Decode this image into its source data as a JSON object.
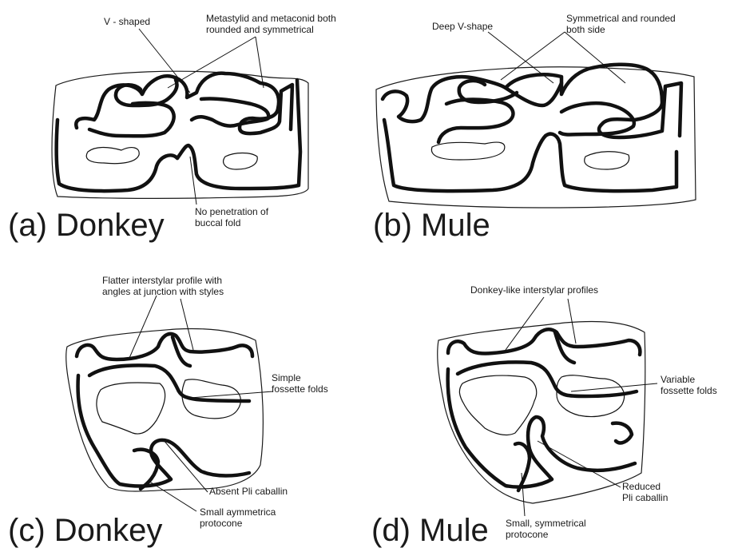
{
  "panels": {
    "a": {
      "caption": "(a) Donkey",
      "labels": {
        "v_shaped": "V - shaped",
        "metastylid": "Metastylid and metaconid both\nrounded and symmetrical",
        "buccal": "No penetration of\nbuccal fold"
      }
    },
    "b": {
      "caption": "(b) Mule",
      "labels": {
        "deep_v": "Deep V-shape",
        "symmetrical": "Symmetrical and rounded\nboth side"
      }
    },
    "c": {
      "caption": "(c) Donkey",
      "labels": {
        "interstylar": "Flatter interstylar profile with\nangles at junction with styles",
        "fossette": "Simple\nfossette folds",
        "pli": "Absent Pli caballin",
        "protocone": "Small aymmetrica\nprotocone"
      }
    },
    "d": {
      "caption": "(d) Mule",
      "labels": {
        "interstylar": "Donkey-like interstylar profiles",
        "fossette": "Variable\nfossette folds",
        "pli": "Reduced\nPli caballin",
        "protocone": "Small, symmetrical\nprotocone"
      }
    }
  },
  "colors": {
    "ink": "#111111",
    "background": "#ffffff"
  }
}
